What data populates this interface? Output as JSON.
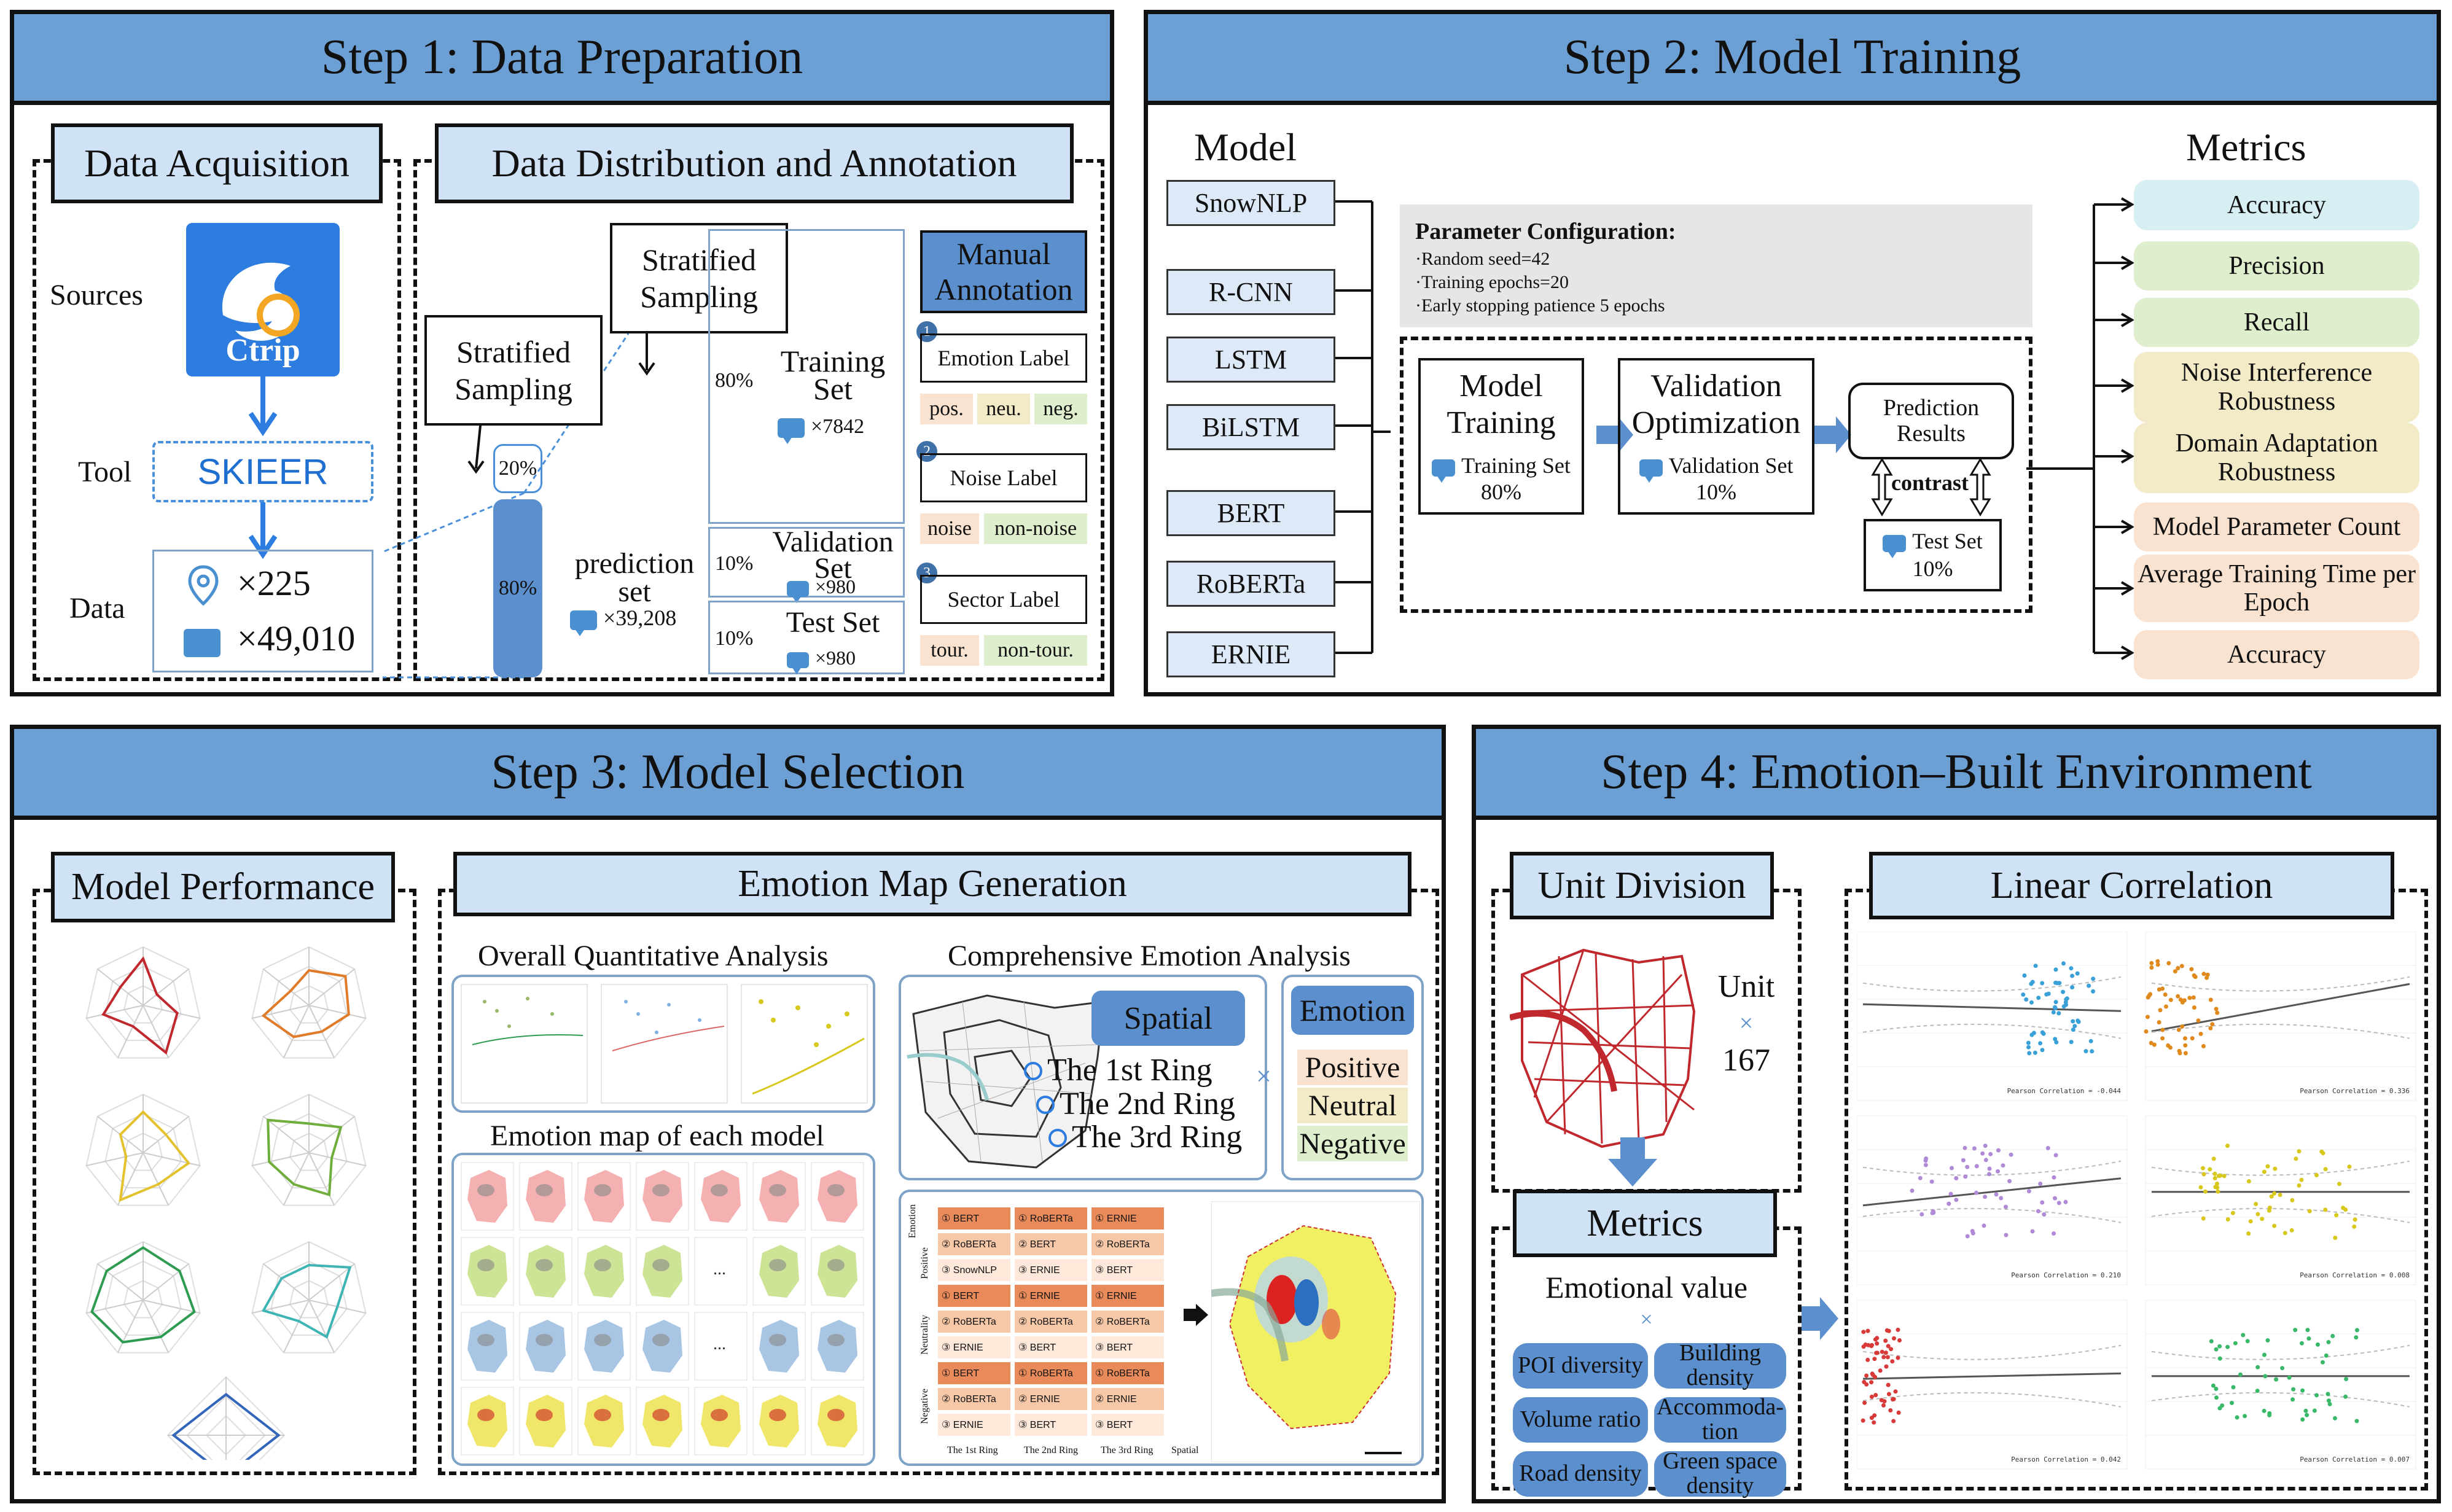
{
  "step1": {
    "title": "Step 1: Data Preparation",
    "acquisition": {
      "title": "Data Acquisition",
      "sources_label": "Sources",
      "tool_label": "Tool",
      "data_label": "Data",
      "app_name": "Ctrip",
      "tool_name": "SKIEER",
      "count_locations": "×225",
      "count_reviews": "×49,010"
    },
    "distribution": {
      "title": "Data Distribution and Annotation",
      "stratified_1": "Stratified Sampling",
      "stratified_2": "Stratified Sampling",
      "pct_20": "20%",
      "pct_80_bar": "80%",
      "prediction_set": "prediction set",
      "prediction_count": "×39,208",
      "pct_80": "80%",
      "pct_10a": "10%",
      "pct_10b": "10%",
      "training_set": "Training Set",
      "training_count": "×7842",
      "validation_set": "Validation Set",
      "validation_count": "×980",
      "test_set": "Test Set",
      "test_count": "×980",
      "manual_annotation": "Manual Annotation",
      "labels": [
        {
          "num": "1",
          "name": "Emotion Label",
          "chips": [
            "pos.",
            "neu.",
            "neg."
          ]
        },
        {
          "num": "2",
          "name": "Noise Label",
          "chips": [
            "noise",
            "non-noise"
          ]
        },
        {
          "num": "3",
          "name": "Sector Label",
          "chips": [
            "tour.",
            "non-tour."
          ]
        }
      ]
    }
  },
  "step2": {
    "title": "Step 2: Model Training",
    "model_header": "Model",
    "metrics_header": "Metrics",
    "models": [
      "SnowNLP",
      "R-CNN",
      "LSTM",
      "BiLSTM",
      "BERT",
      "RoBERTa",
      "ERNIE"
    ],
    "param_title": "Parameter Configuration:",
    "params": [
      "·Random seed=42",
      "·Training epochs=20",
      "·Early stopping patience 5 epochs"
    ],
    "model_training": "Model Training",
    "training_set": "Training Set",
    "training_pct": "80%",
    "validation_opt": "Validation Optimization",
    "validation_set": "Validation Set",
    "validation_pct": "10%",
    "prediction_results": "Prediction Results",
    "contrast": "contrast",
    "test_set": "Test Set",
    "test_pct": "10%",
    "metrics": [
      {
        "label": "Accuracy",
        "color": "cyan"
      },
      {
        "label": "Precision",
        "color": "green"
      },
      {
        "label": "Recall",
        "color": "green"
      },
      {
        "label": "Noise Interference Robustness",
        "color": "yellow"
      },
      {
        "label": "Domain Adaptation Robustness",
        "color": "yellow"
      },
      {
        "label": "Model Parameter Count",
        "color": "peach"
      },
      {
        "label": "Average Training Time per Epoch",
        "color": "peach"
      },
      {
        "label": "Accuracy",
        "color": "peach"
      }
    ]
  },
  "step3": {
    "title": "Step 3: Model Selection",
    "performance_title": "Model Performance",
    "map_title": "Emotion Map Generation",
    "overall_analysis": "Overall Quantitative Analysis",
    "emotion_map_each": "Emotion map of each model",
    "comprehensive": "Comprehensive Emotion Analysis",
    "spatial": "Spatial",
    "rings": [
      "The 1st Ring",
      "The 2nd Ring",
      "The 3rd Ring"
    ],
    "times": "×",
    "emotion": "Emotion",
    "emotions": [
      "Positive",
      "Neutral",
      "Negative"
    ],
    "radar_colors": [
      "#c0282d",
      "#e07b2a",
      "#e3c22e",
      "#6fae3c",
      "#2e9b50",
      "#3fb4b4",
      "#3366bb"
    ],
    "table_rows": [
      [
        "① BERT",
        "① RoBERTa",
        "① ERNIE"
      ],
      [
        "② RoBERTa",
        "② BERT",
        "② RoBERTa"
      ],
      [
        "③ SnowNLP",
        "③ ERNIE",
        "③ BERT"
      ],
      [
        "① BERT",
        "① ERNIE",
        "① ERNIE"
      ],
      [
        "② RoBERTa",
        "② RoBERTa",
        "② RoBERTa"
      ],
      [
        "③ ERNIE",
        "③ BERT",
        "③ BERT"
      ],
      [
        "① BERT",
        "① RoBERTa",
        "① RoBERTa"
      ],
      [
        "② RoBERTa",
        "② ERNIE",
        "② ERNIE"
      ],
      [
        "③ ERNIE",
        "③ BERT",
        "③ BERT"
      ]
    ],
    "table_cols": [
      "The 1st Ring",
      "The 2nd Ring",
      "The 3rd Ring",
      "Spatial"
    ],
    "table_side": [
      "Positive",
      "Neutrality",
      "Negative"
    ],
    "table_axis": "Emotion",
    "ellipsis": "..."
  },
  "step4": {
    "title": "Step 4: Emotion–Built Environment",
    "unit_division": "Unit Division",
    "unit_label": "Unit",
    "unit_times": "×",
    "unit_count": "167",
    "metrics_title": "Metrics",
    "emotional_value": "Emotional value",
    "ev_times": "×",
    "pills": [
      "POI diversity",
      "Building density",
      "Volume ratio",
      "Accommoda- tion",
      "Road density",
      "Green space density"
    ],
    "linear_title": "Linear Correlation",
    "scatter_colors": [
      "#3aa0d8",
      "#e08a1e",
      "#b08ad6",
      "#d8c81e",
      "#d83a3a",
      "#3ab86a"
    ],
    "pearson": [
      "Pearson Correlation = -0.044",
      "Pearson Correlation = 0.336",
      "Pearson Correlation = 0.210",
      "Pearson Correlation = 0.008",
      "Pearson Correlation = 0.042",
      "Pearson Correlation = 0.007"
    ]
  }
}
